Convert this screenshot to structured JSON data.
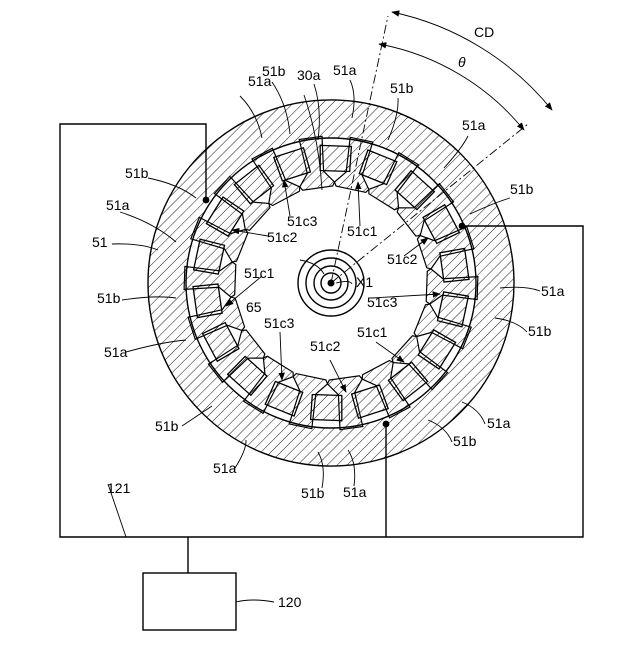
{
  "figure": {
    "direction_label": "CD",
    "angle_label": "θ",
    "axis_label": "X1",
    "controller_label": "120",
    "wiring_label": "121",
    "shaft_label": "65",
    "stator_label": "51",
    "rotor_label": "30a",
    "labels": {
      "tooth": "51a",
      "winding": "51b",
      "tip1": "51c1",
      "tip2": "51c2",
      "tip3": "51c3"
    }
  }
}
